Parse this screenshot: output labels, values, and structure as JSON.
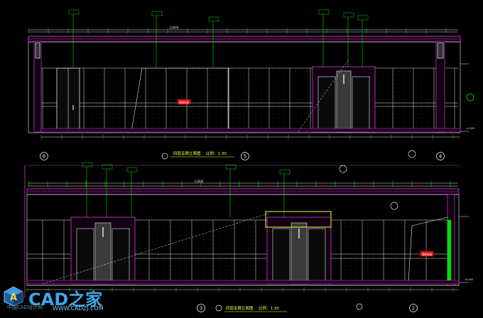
{
  "drawing": {
    "top_title": "四层走廊立面图",
    "top_scale": "比例：1:30",
    "bottom_title": "四层走廊立面图",
    "bottom_scale": "比例：1:30",
    "top_axes": [
      "6",
      "5",
      "4"
    ],
    "bottom_axes": [
      "3",
      "2"
    ],
    "red_tag": "墙纸饰面",
    "dim_top": "12600",
    "dim_bottom": "13000",
    "elev_mark": "±0.000",
    "colors": {
      "background": "#000000",
      "line_white": "#e8e8e8",
      "line_green": "#00e000",
      "line_magenta": "#d040d0",
      "line_yellow": "#ffff40",
      "line_cyan": "#40e0e0",
      "red_tag": "#e01010"
    }
  },
  "watermark": {
    "brand": "CAD之家",
    "url": "WWW.CADZJ.COM",
    "tagline": "中国CAD设计网"
  }
}
